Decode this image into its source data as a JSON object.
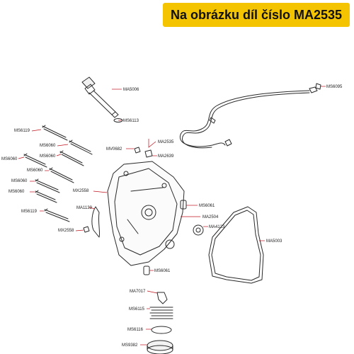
{
  "banner": {
    "text": "Na obrázku díl číslo MA2535",
    "color": "#f5c400"
  },
  "colors": {
    "line": "#2a2a2a",
    "leader": "#c0141e",
    "label": "#222222"
  },
  "labels": {
    "MA5006": "MA5006",
    "MS6113": "MS6113",
    "MS6095": "MS6095",
    "MS6119_a": "MS6119",
    "MS6060_a": "MS6060",
    "MS6060_b": "MS6060",
    "MS6060_c": "MS6060",
    "MS6060_d": "MS6060",
    "MS6060_e": "MS6060",
    "MS6060_f": "MS6060",
    "MS6119_b": "MS6119",
    "MV0682": "MV0682",
    "MA2535": "MA2535",
    "MA2639": "MA2639",
    "MX2558_a": "MX2558",
    "MA1139": "MA1139",
    "MX2558_b": "MX2558",
    "MS6061_a": "MS6061",
    "MA2504": "MA2504",
    "MA4123": "MA4123",
    "MA5003": "MA5003",
    "MS6061_b": "MS6061",
    "MA7017": "MA7017",
    "MS6115": "MS6115",
    "MS6116": "MS6116",
    "MS9382": "MS9382"
  }
}
